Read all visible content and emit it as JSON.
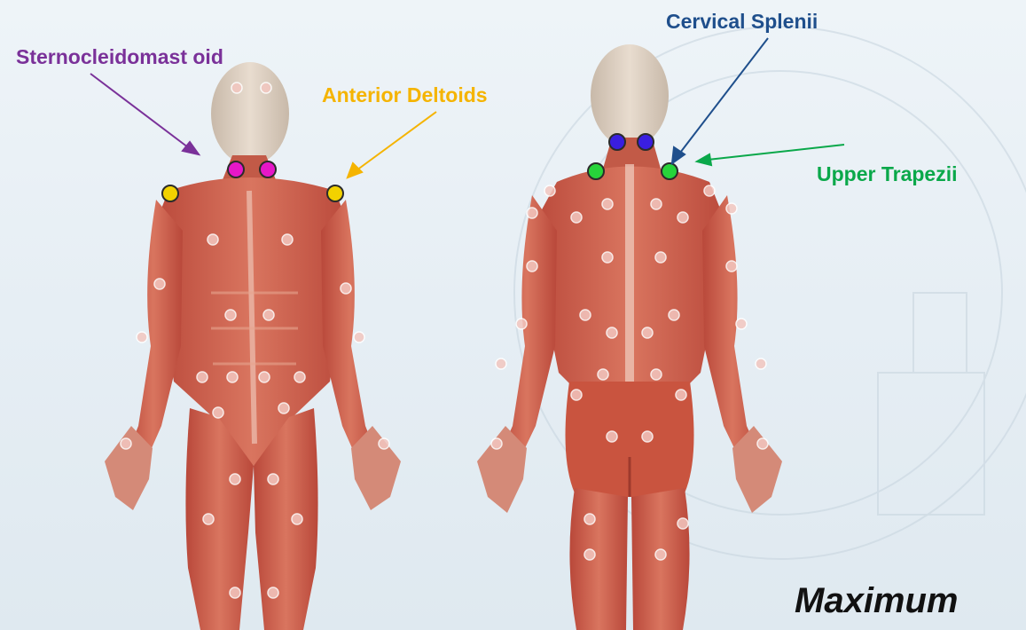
{
  "labels": {
    "sternocleidomastoid": {
      "text": "Sternocleidomast oid",
      "color": "#7a3199"
    },
    "anterior_deltoids": {
      "text": "Anterior Deltoids",
      "color": "#f5b400"
    },
    "cervical_splenii": {
      "text": "Cervical Splenii",
      "color": "#1f4f8c"
    },
    "upper_trapezii": {
      "text": "Upper Trapezii",
      "color": "#0aa84a"
    }
  },
  "caption": "Maximum",
  "marker_colors": {
    "sternocleidomastoid": "#e617c8",
    "anterior_deltoids": "#f2d200",
    "cervical_splenii": "#3a1ee0",
    "upper_trapezii": "#27d43a",
    "neutral": "#f3c7c0"
  },
  "icons": [
    "front-body-figure",
    "back-body-figure"
  ]
}
